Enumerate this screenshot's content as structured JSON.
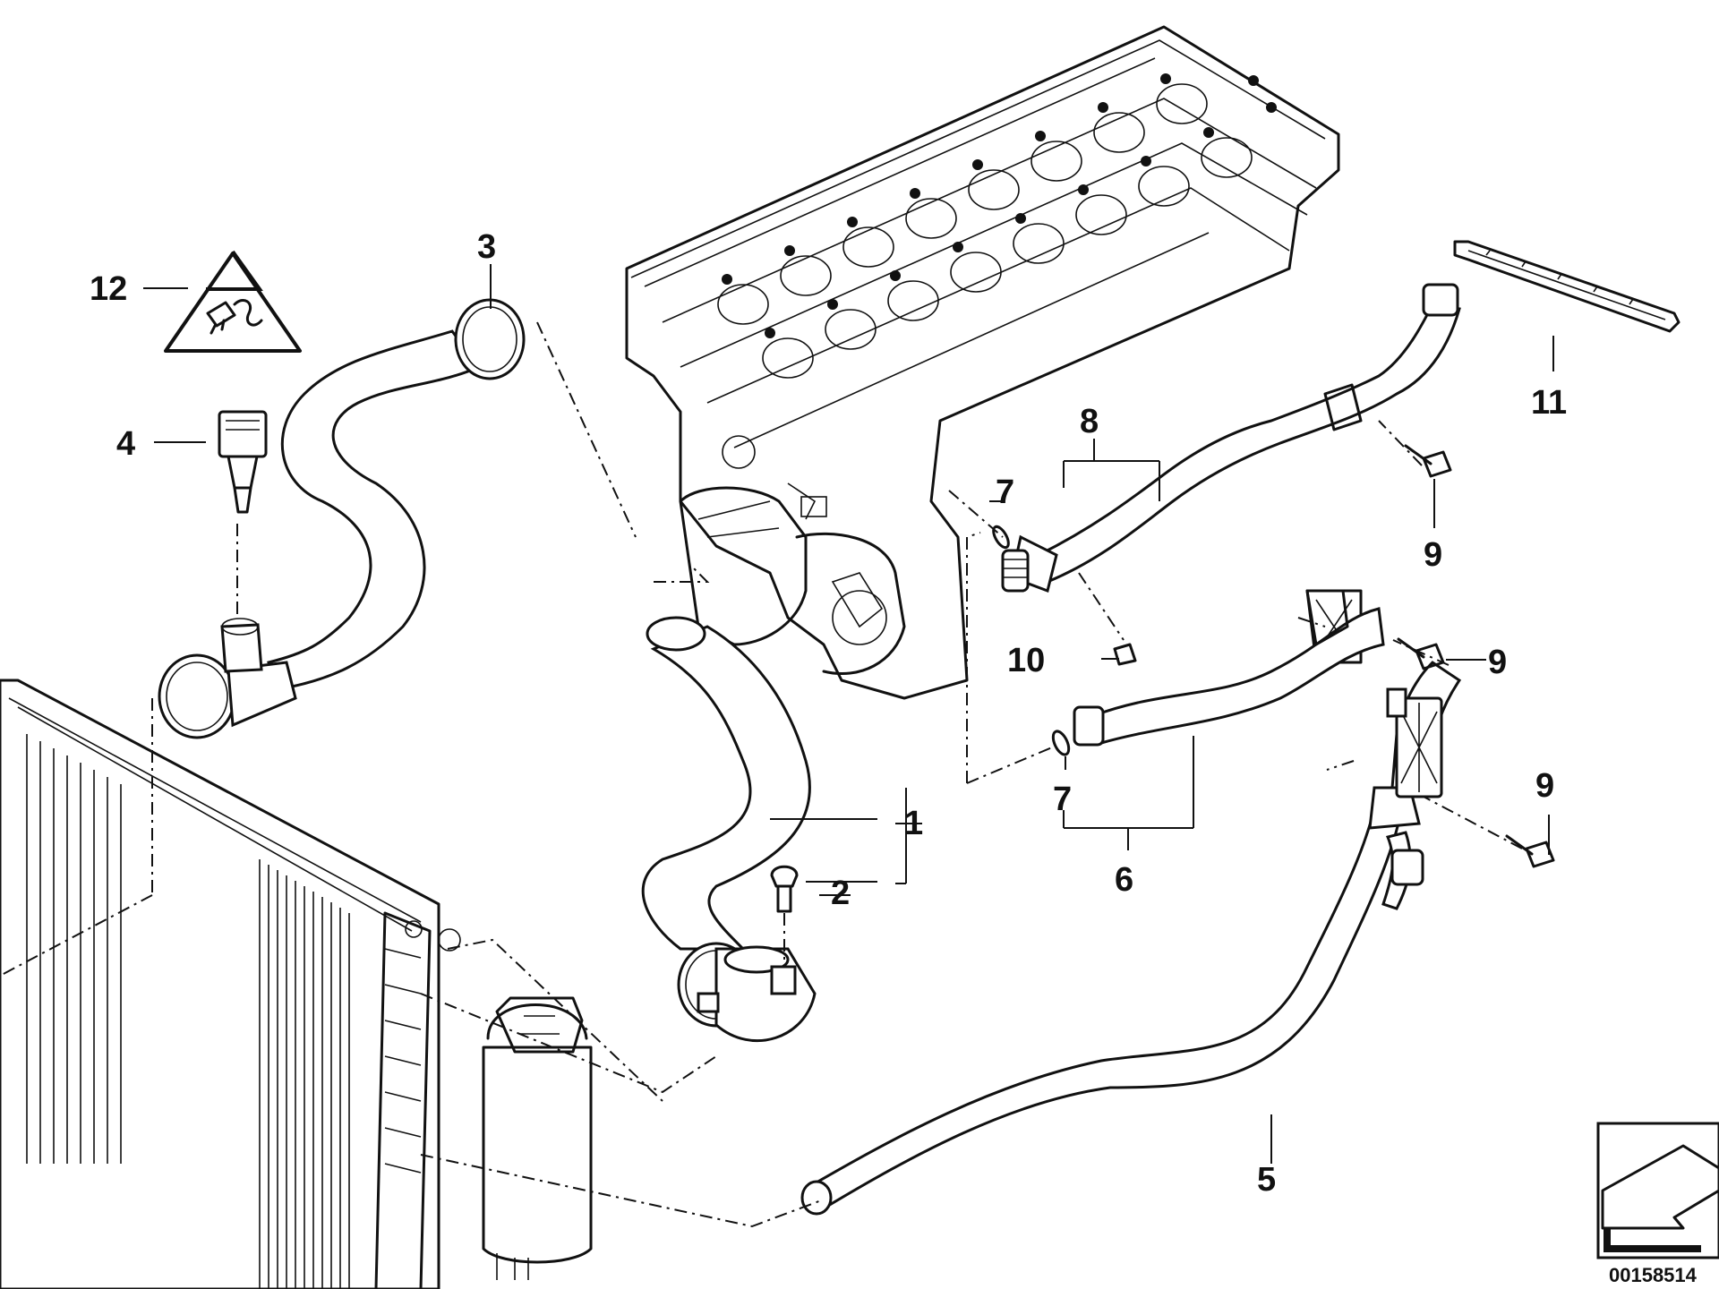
{
  "callouts": {
    "c1": "1",
    "c2": "2",
    "c3": "3",
    "c4": "4",
    "c5": "5",
    "c6": "6",
    "c7a": "7",
    "c7b": "7",
    "c8": "8",
    "c9a": "9",
    "c9b": "9",
    "c9c": "9",
    "c10": "10",
    "c11": "11",
    "c12": "12"
  },
  "document_number": "00158514",
  "icons": {
    "warning": "hot-coolant-warning-icon",
    "orientation": "direction-arrow-icon"
  }
}
